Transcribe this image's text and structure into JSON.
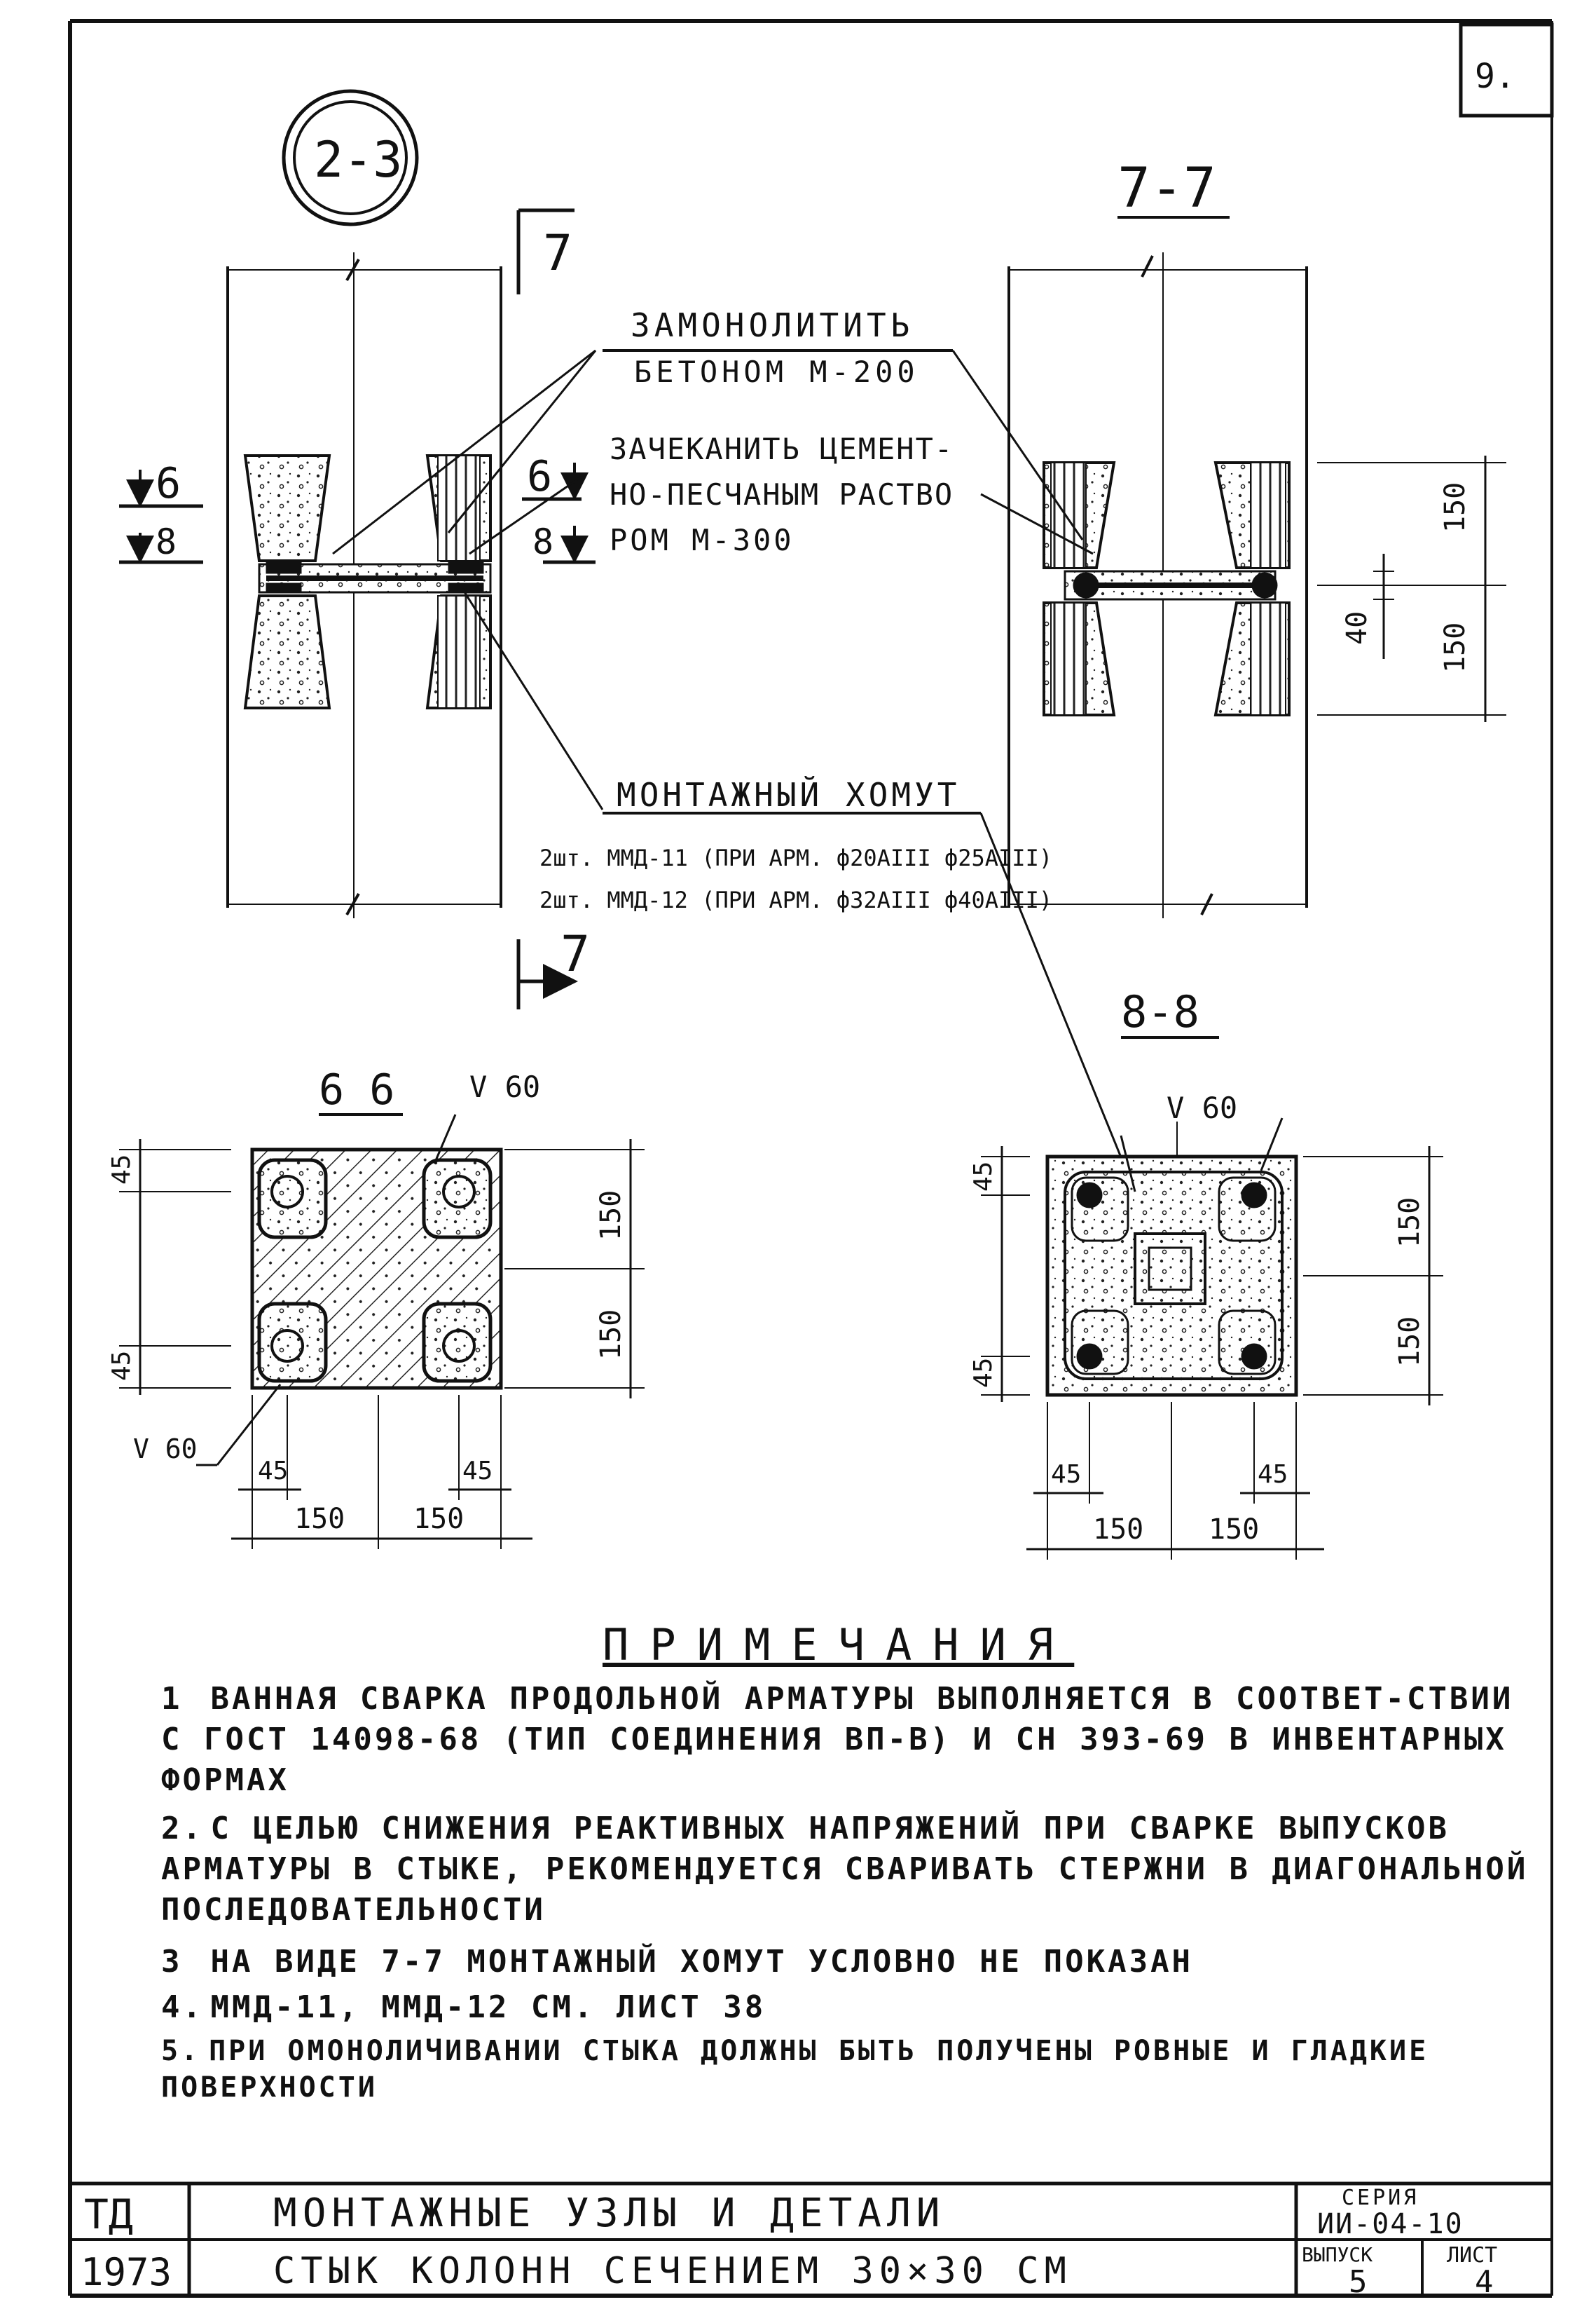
{
  "sheet": {
    "page_number": "9.",
    "node_mark": "2-3"
  },
  "sections": {
    "s77": "7-7",
    "s66": "6 6",
    "s88": "8-8",
    "cut6": "6",
    "cut8": "8",
    "cut7": "7"
  },
  "callouts": {
    "concrete_l1": "ЗАМОНОЛИТИТЬ",
    "concrete_l2": "БЕТОНОМ М-200",
    "mortar_l1": "ЗАЧЕКАНИТЬ ЦЕМЕНТ-",
    "mortar_l2": "НО-ПЕСЧАНЫМ РАСТВО",
    "mortar_l3": "РОМ М-300",
    "clamp_title": "МОНТАЖНЫЙ ХОМУТ",
    "clamp_l1": "2шт. ММД-11 (ПРИ АРМ. ф20АIII ф25АIII)",
    "clamp_l2": "2шт. ММД-12 (ПРИ АРМ. ф32АIII ф40АIII)",
    "weld_v60": "V 60",
    "weld_v60b": "V 60"
  },
  "dimensions": {
    "d150": "150",
    "d45": "45",
    "d40": "40"
  },
  "notes": {
    "title": "ПРИМЕЧАНИЯ",
    "items": [
      {
        "num": "1",
        "text": "ВАННАЯ СВАРКА ПРОДОЛЬНОЙ АРМАТУРЫ ВЫПОЛНЯЕТСЯ В СООТВЕТ-СТВИИ С ГОСТ 14098-68 (ТИП СОЕДИНЕНИЯ ВП-В) И СН 393-69 В ИНВЕНТАРНЫХ ФОРМАХ"
      },
      {
        "num": "2.",
        "text": "С ЦЕЛЬЮ СНИЖЕНИЯ РЕАКТИВНЫХ НАПРЯЖЕНИЙ ПРИ СВАРКЕ ВЫПУСКОВ АРМАТУРЫ В СТЫКЕ, РЕКОМЕНДУЕТСЯ СВАРИВАТЬ СТЕРЖНИ В ДИАГОНАЛЬНОЙ ПОСЛЕДОВАТЕЛЬНОСТИ"
      },
      {
        "num": "3",
        "text": "НА ВИДЕ 7-7 МОНТАЖНЫЙ ХОМУТ УСЛОВНО НЕ ПОКАЗАН"
      },
      {
        "num": "4.",
        "text": "ММД-11, ММД-12 СМ. ЛИСТ 38"
      },
      {
        "num": "5.",
        "text": "ПРИ ОМОНОЛИЧИВАНИИ СТЫКА ДОЛЖНЫ БЫТЬ ПОЛУЧЕНЫ РОВНЫЕ И ГЛАДКИЕ ПОВЕРХНОСТИ"
      }
    ]
  },
  "title_block": {
    "org": "ТД",
    "year": "1973",
    "title1": "МОНТАЖНЫЕ УЗЛЫ И ДЕТАЛИ",
    "title2": "СТЫК КОЛОНН СЕЧЕНИЕМ 30×30 СМ",
    "series_label": "СЕРИЯ",
    "series_value": "ИИ-04-10",
    "issue_label": "ВЫПУСК",
    "issue_value": "5",
    "sheet_label": "ЛИСТ",
    "sheet_value": "4"
  }
}
